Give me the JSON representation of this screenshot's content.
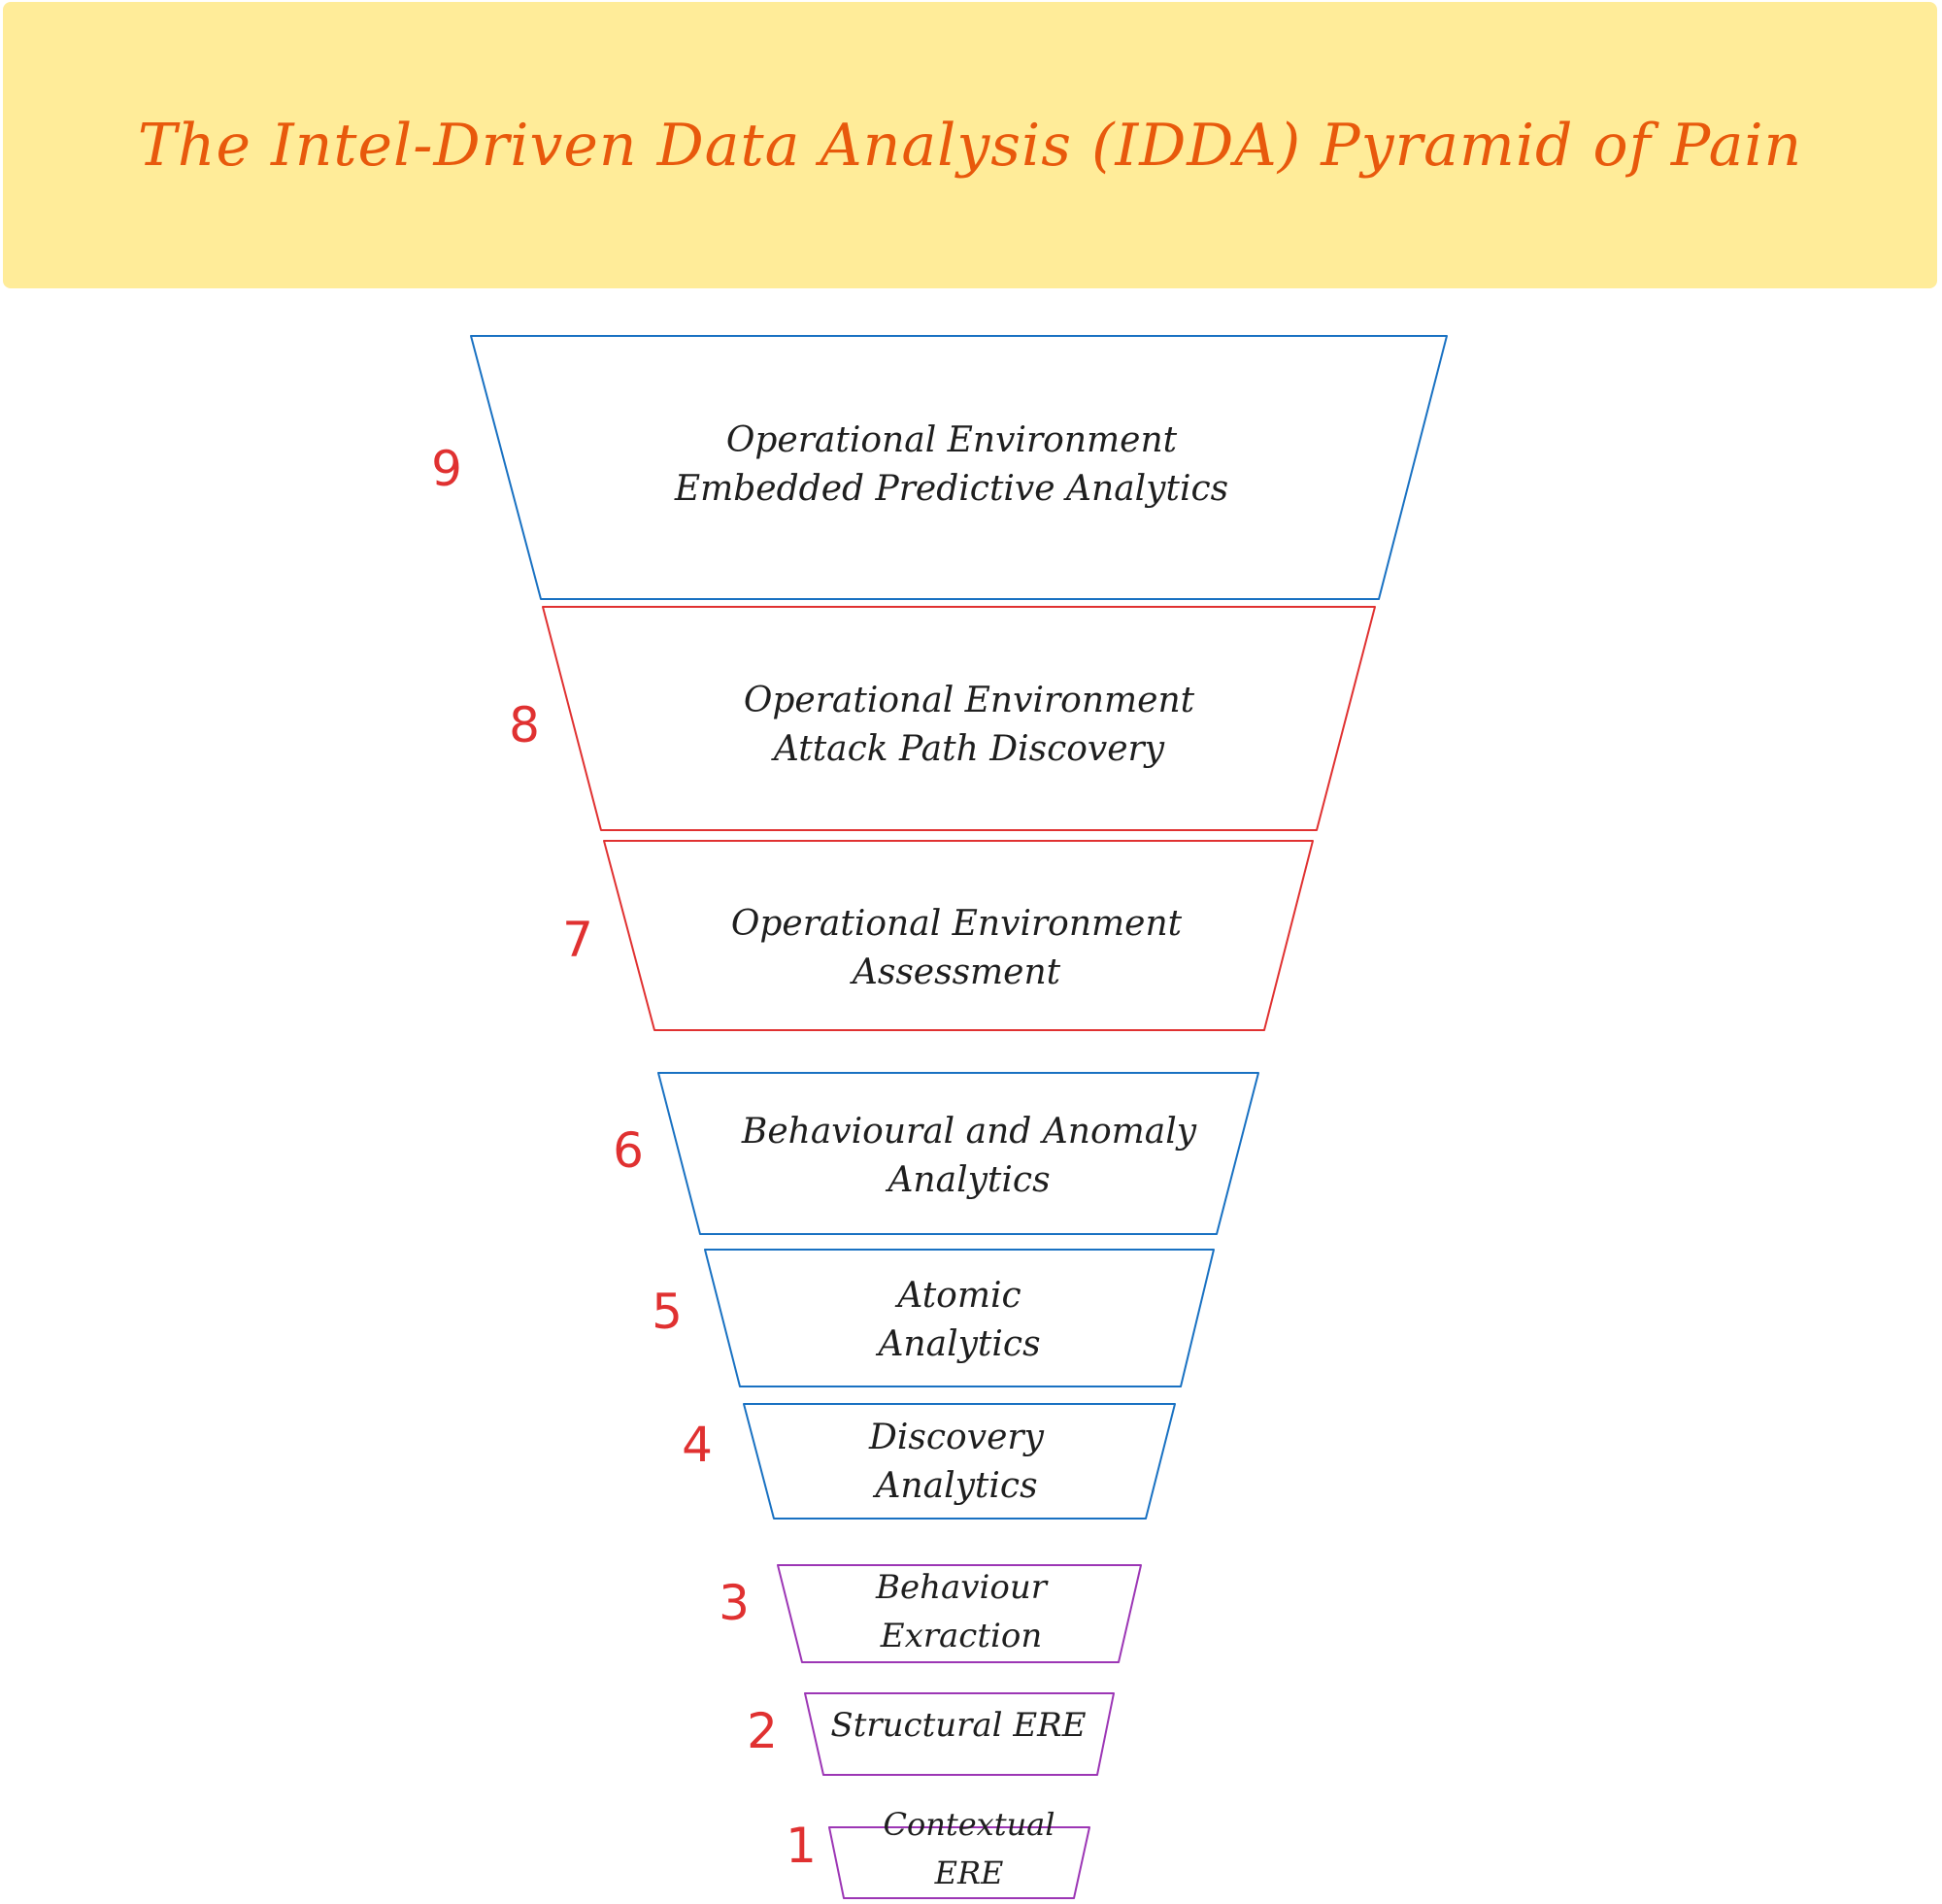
{
  "title": "The Intel-Driven Data Analysis (IDDA) Pyramid of Pain",
  "colors": {
    "banner_fill": "#ffec99",
    "title_text": "#e8590c",
    "number_text": "#e03131",
    "label_text": "#1e1e1e",
    "blue": "#1971c2",
    "red": "#e03131",
    "purple": "#9c36b5"
  },
  "levels": [
    {
      "number": "9",
      "lines": [
        "Operational Environment",
        "Embedded Predictive Analytics"
      ],
      "color": "blue"
    },
    {
      "number": "8",
      "lines": [
        "Operational Environment",
        "Attack Path Discovery"
      ],
      "color": "red"
    },
    {
      "number": "7",
      "lines": [
        "Operational Environment",
        "Assessment"
      ],
      "color": "red"
    },
    {
      "number": "6",
      "lines": [
        "Behavioural and Anomaly",
        "Analytics"
      ],
      "color": "blue"
    },
    {
      "number": "5",
      "lines": [
        "Atomic",
        "Analytics"
      ],
      "color": "blue"
    },
    {
      "number": "4",
      "lines": [
        "Discovery",
        "Analytics"
      ],
      "color": "blue"
    },
    {
      "number": "3",
      "lines": [
        "Behaviour",
        "Exraction"
      ],
      "color": "purple"
    },
    {
      "number": "2",
      "lines": [
        "Structural ERE"
      ],
      "color": "purple"
    },
    {
      "number": "1",
      "lines": [
        "Contextual",
        "ERE"
      ],
      "color": "purple"
    }
  ]
}
